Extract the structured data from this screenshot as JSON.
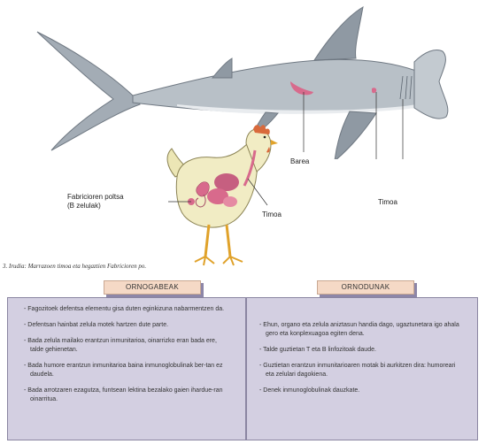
{
  "labels": {
    "barea": "Barea",
    "timoa_shark": "Timoa",
    "timoa_hen": "Timoa",
    "fabricius_line1": "Fabricioren poltsa",
    "fabricius_line2": "(B zelulak)"
  },
  "caption": "3. Irudia: Marrazoen timoa eta hegaztien Fabricioren po.",
  "columns": {
    "left_title": "ORNOGABEAK",
    "right_title": "ORNODUNAK"
  },
  "left_items": [
    "- Fagozitoek defentsa elementu gisa duten eginkizuna nabarmentzen da.",
    "- Defentsan hainbat zelula motek hartzen dute parte.",
    "- Bada zelula mailako erantzun inmunitarioa, oinarrizko eran bada ere, talde gehienetan.",
    "- Bada humore erantzun inmunitarioa baina inmunoglobulinak ber-tan ez daudela.",
    "- Bada arrotzaren ezagutza, funtsean lektina bezalako gaien ihardue-ran oinarritua."
  ],
  "right_items": [
    "- Ehun, organo eta zelula aniztasun handia dago, ugaztunetara igo ahala gero eta konplexuagoa egiten dena.",
    "- Talde guztietan T eta B linfozitoak daude.",
    "- Guztietan erantzun inmunitarioaren motak bi aurkitzen dira: humoreari eta zelulari dagokiena.",
    "- Denek inmunoglobulinak dauzkate."
  ],
  "colors": {
    "panel": "#d3cfe1",
    "header": "#f5d9c6",
    "shark": "#9aa4ad",
    "organ": "#d86a8c"
  }
}
